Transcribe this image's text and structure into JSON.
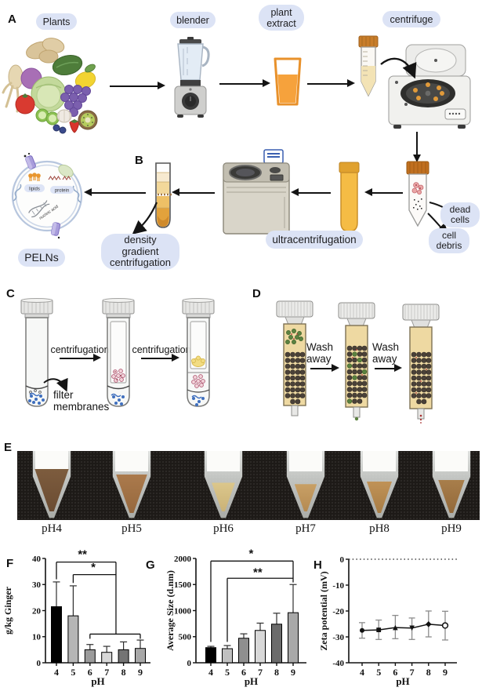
{
  "panelA": {
    "letter": "A",
    "plants_label": "Plants",
    "blender_label": "blender",
    "plant_extract_label": "plant extract",
    "centrifuge_label": "centrifuge"
  },
  "panelB": {
    "letter": "B",
    "ultracentrifugation_label": "ultracentrifugation",
    "dead_cells_label": "dead cells",
    "cell_debris_label": "cell debris",
    "density_label": "density gradient centrifugation",
    "pelns_label": "PELNs",
    "vesicle": {
      "lipids": "lipids",
      "protein": "protein",
      "nucleic_acid": "nucleic acid"
    }
  },
  "panelC": {
    "letter": "C",
    "centrifugation1": "centrifugation",
    "centrifugation2": "centrifugation",
    "filter_membranes": "filter membranes"
  },
  "panelD": {
    "letter": "D",
    "wash1": "Wash away",
    "wash2": "Wash away"
  },
  "panelE": {
    "letter": "E",
    "tube_labels": [
      "pH4",
      "pH5",
      "pH6",
      "pH7",
      "pH8",
      "pH9"
    ]
  },
  "panelF": {
    "letter": "F"
  },
  "panelG": {
    "letter": "G"
  },
  "panelH": {
    "letter": "H"
  },
  "colors": {
    "label_pill_bg": "#dce3f5",
    "arrow": "#141414",
    "orange_accent": "#e8962e",
    "photo_bg": "#1d1a17"
  },
  "chart_data": [
    {
      "id": "F",
      "type": "bar",
      "ylabel": "g/kg Ginger",
      "xlabel": "pH",
      "categories": [
        "4",
        "5",
        "6",
        "7",
        "8",
        "9"
      ],
      "values": [
        21.5,
        18,
        5,
        4,
        5,
        5.5
      ],
      "errors_up": [
        9.5,
        11.5,
        2,
        2.3,
        3,
        3.2
      ],
      "bar_colors": [
        "#000000",
        "#b5b5b5",
        "#9b9b9b",
        "#d8d8d8",
        "#747474",
        "#a8a8a8"
      ],
      "ylim": [
        0,
        40
      ],
      "yticks": [
        0,
        10,
        20,
        30,
        40
      ],
      "significance": {
        "stars": [
          {
            "text": "**",
            "x": 1.55,
            "y": 40.2
          },
          {
            "text": "*",
            "x": 2.2,
            "y": 35.2
          }
        ],
        "segments": [
          [
            0,
            32,
            0,
            38.6
          ],
          [
            0,
            38.6,
            3.55,
            38.6
          ],
          [
            1,
            30.6,
            1,
            33.8
          ],
          [
            1,
            33.8,
            3.55,
            33.8
          ],
          [
            3.55,
            38.6,
            3.55,
            11
          ],
          [
            2,
            11,
            5,
            11
          ],
          [
            2,
            11,
            2,
            9.2
          ],
          [
            5,
            11,
            5,
            9.2
          ]
        ]
      }
    },
    {
      "id": "G",
      "type": "bar",
      "ylabel": "Average Size (d.nm)",
      "xlabel": "pH",
      "categories": [
        "4",
        "5",
        "6",
        "7",
        "8",
        "9"
      ],
      "values": [
        290,
        270,
        470,
        620,
        740,
        960
      ],
      "errors_up": [
        25,
        60,
        85,
        140,
        210,
        540
      ],
      "bar_colors": [
        "#000000",
        "#c0c0c0",
        "#8f8f8f",
        "#d8d8d8",
        "#6b6b6b",
        "#a8a8a8"
      ],
      "ylim": [
        0,
        2000
      ],
      "yticks": [
        0,
        500,
        1000,
        1500,
        2000
      ],
      "significance": {
        "stars": [
          {
            "text": "*",
            "x": 2.45,
            "y": 2020
          },
          {
            "text": "**",
            "x": 2.85,
            "y": 1665
          }
        ],
        "segments": [
          [
            0,
            400,
            0,
            1950
          ],
          [
            0,
            1950,
            5,
            1950
          ],
          [
            5,
            1950,
            5,
            1540
          ],
          [
            1,
            400,
            1,
            1620
          ],
          [
            1,
            1620,
            5,
            1620
          ]
        ]
      }
    },
    {
      "id": "H",
      "type": "line",
      "ylabel": "Zeta potential (mV)",
      "xlabel": "pH",
      "categories": [
        "4",
        "5",
        "6",
        "7",
        "8",
        "9"
      ],
      "values": [
        -27.5,
        -27.3,
        -26.4,
        -26.6,
        -25.1,
        -25.6
      ],
      "errors_up": [
        3,
        3.8,
        4.7,
        3.9,
        5.1,
        5.5
      ],
      "errors_down": [
        3,
        3.7,
        4.3,
        4.4,
        4.9,
        5.6
      ],
      "markers": [
        "circle",
        "square",
        "triangle",
        "triangle-down",
        "diamond",
        "circle-open"
      ],
      "ylim": [
        -40,
        0
      ],
      "yticks": [
        0,
        -10,
        -20,
        -30,
        -40
      ],
      "zero_line_dotted": true
    }
  ]
}
